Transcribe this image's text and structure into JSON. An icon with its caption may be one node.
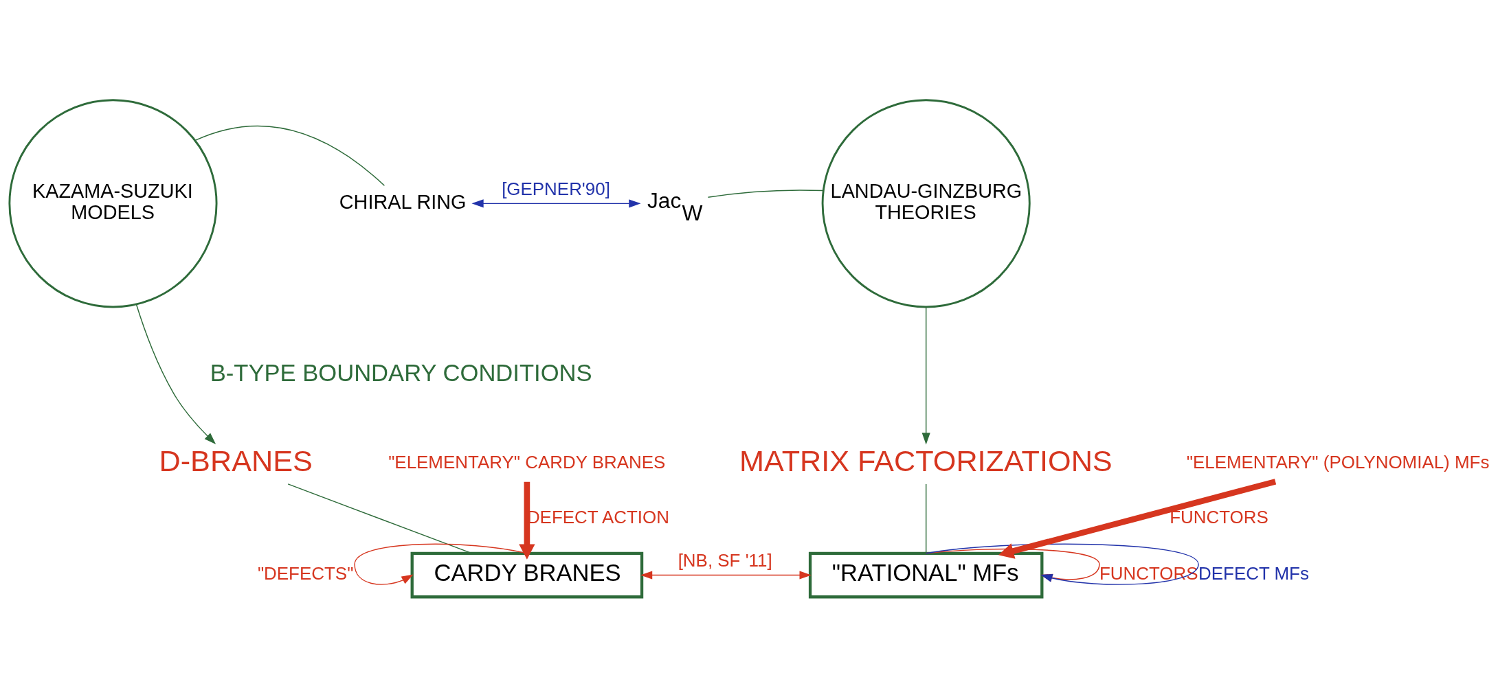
{
  "diagram": {
    "nodes": [
      {
        "text": [
          "KAZAMA-SUZUKI MODELS"
        ]
      },
      {
        "text": [
          "CHIRAL RING"
        ]
      },
      {
        "text": [
          "Jac$_{W}$"
        ]
      },
      {
        "text": [
          "LANDAU-GINZBURG THEORIES"
        ]
      },
      {
        "text": [
          "D-BRANES"
        ]
      },
      {
        "text": [
          "CARDY BRANES"
        ]
      },
      {
        "text": [
          "MATRIX FACTORIZATIONS"
        ]
      },
      {
        "text": [
          "\"RATIONAL\" MFs"
        ]
      },
      {
        "text": [
          "\"ELEMENTARY\" CARDY BRANES"
        ]
      },
      {
        "text": [
          "\"ELEMENTARY\" (POLYNOMIAL) MFs"
        ]
      }
    ],
    "edges": [
      {
        "from": 1,
        "to": 0,
        "arrow": "none"
      },
      {
        "from": 1,
        "to": 2,
        "arrow": "both",
        "label": "[GEPNER'90]",
        "color": "#2233aa"
      },
      {
        "from": 2,
        "to": 3,
        "arrow": "none"
      },
      {
        "from": 0,
        "to": 4,
        "arrow": "to"
      },
      {
        "from": 3,
        "to": 6,
        "arrow": "to"
      },
      {
        "from": 4,
        "to": 5,
        "arrow": "none"
      },
      {
        "from": 6,
        "to": 7,
        "arrow": "none"
      },
      {
        "from": 5,
        "to": 7,
        "arrow": "both",
        "label": "[NB, SF '11]",
        "color": "#d6361f"
      },
      {
        "from": 5,
        "to": 5,
        "arrow": "to",
        "label": "\"DEFECTS\"",
        "color": "#d6361f"
      },
      {
        "from": 8,
        "to": 5,
        "arrow": "to",
        "label": "DEFECT ACTION",
        "color": "#d6361f",
        "style": "thick"
      },
      {
        "from": 9,
        "to": 7,
        "arrow": "to",
        "label": "FUNCTORS",
        "color": "#d6361f",
        "style": "thick"
      },
      {
        "from": 7,
        "to": 7,
        "arrow": "to",
        "label": "FUNCTORS",
        "color": "#d6361f"
      },
      {
        "from": 7,
        "to": 7,
        "arrow": "to",
        "label": "DEFECT MFs",
        "color": "#2233aa"
      }
    ],
    "labels": [
      "B-TYPE BOUNDARY CONDITIONS"
    ]
  }
}
